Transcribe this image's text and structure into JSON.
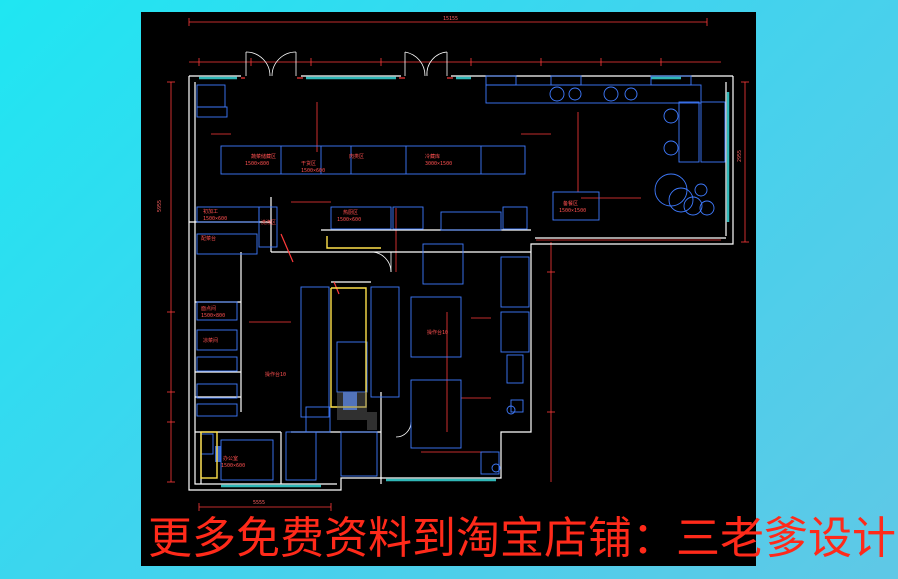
{
  "drawing": {
    "top_dimension": "15155",
    "left_dimension": "5955",
    "right_dimension": "2955",
    "bottom_dimension": "5555"
  },
  "rooms": {
    "storage_top": "蔬菜储藏区",
    "storage_top_size": "1500×800",
    "dry_store": "干货区",
    "dry_store_size": "1500×600",
    "meat_store": "肉类区",
    "cold_room": "冷藏库",
    "cold_room_size": "3000×1500",
    "wash_area": "洗涤区",
    "prep_left": "初加工",
    "prep_left_size": "1500×600",
    "cook_area": "热厨区",
    "cook_area_size": "1500×600",
    "counter": "配菜台",
    "pastry": "面点间",
    "pastry_size": "1500×800",
    "cold_dish": "凉菜间",
    "island": "操作台10",
    "island_b": "操作台10",
    "office": "办公室",
    "office_size": "1500×600",
    "right_area": "备餐区",
    "right_area_size": "1500×1500"
  },
  "watermark": {
    "text": "更多免费资料到淘宝店铺：三老爹设计"
  },
  "colors": {
    "background": "#1fe6f2",
    "canvas": "#000000",
    "wall": "#ffffff",
    "fixture": "#3f7bff",
    "dimension": "#ff3a3a",
    "label": "#ff5050",
    "highlight": "#ffe14a",
    "window": "#2fb7b7"
  }
}
